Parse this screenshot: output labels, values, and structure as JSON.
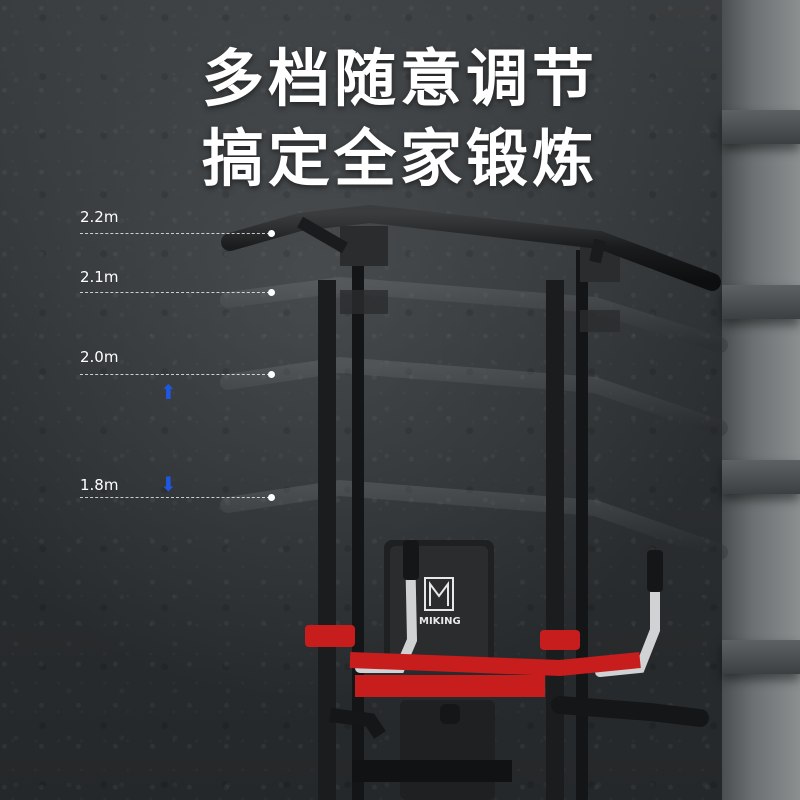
{
  "headline": {
    "line1": "多档随意调节",
    "line2": "搞定全家锻炼"
  },
  "height_markers": [
    {
      "label": "2.2m"
    },
    {
      "label": "2.1m"
    },
    {
      "label": "2.0m"
    },
    {
      "label": "1.8m"
    }
  ],
  "arrows": {
    "up": "⬆",
    "down": "⬇",
    "color": "#1e57e0"
  },
  "brand": {
    "logo_text": "MIKING"
  },
  "colors": {
    "frame": "#1b1c1e",
    "accent_red": "#c81d1d",
    "label_white": "#ffffff"
  }
}
